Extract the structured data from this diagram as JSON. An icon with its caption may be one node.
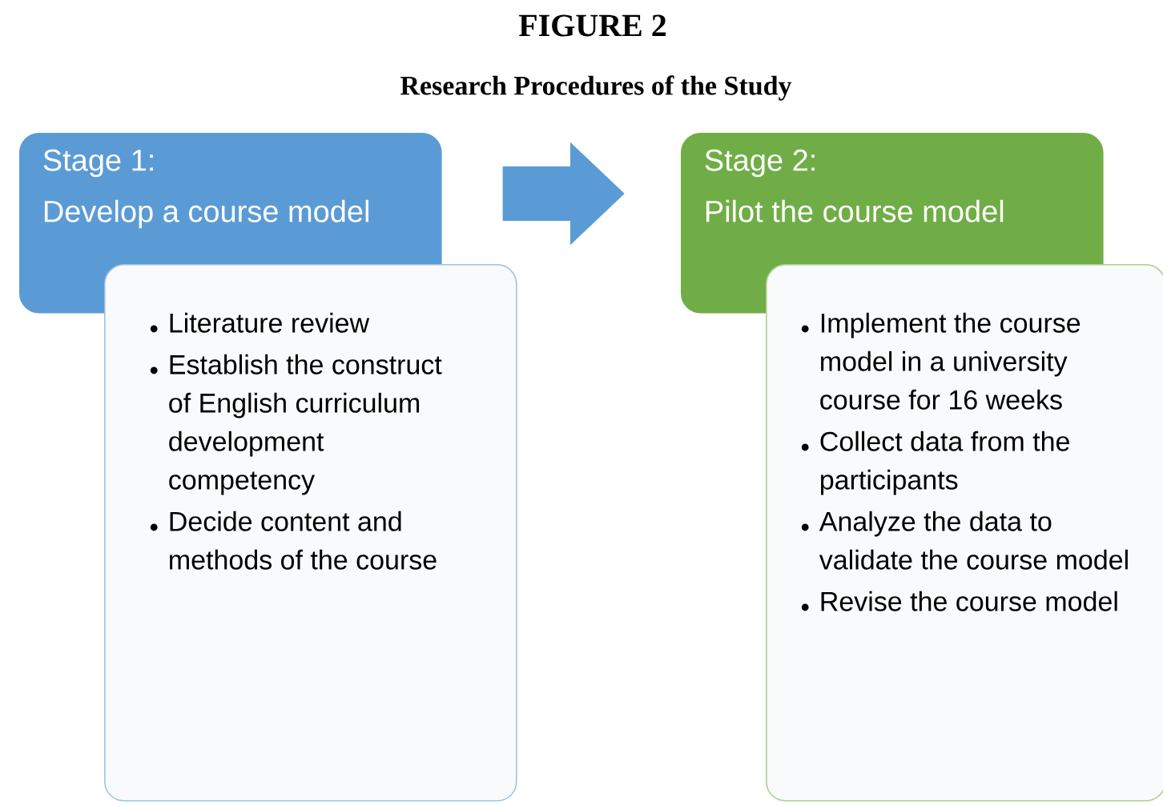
{
  "diagram": {
    "title": "FIGURE 2",
    "nodes": [
      {
        "text": [
          "Stage 1:",
          "Develop a course model"
        ]
      },
      {
        "text": [
          "Literature review",
          "Establish the construct of English curriculum development competency",
          "Decide content and methods of the course"
        ]
      },
      {
        "text": [
          "Stage 2:",
          "Pilot the course model"
        ]
      },
      {
        "text": [
          "Implement the course model in a university course for 16 weeks",
          "Collect data from the participants",
          "Analyze the data to validate the course model",
          "Revise the course model"
        ]
      }
    ],
    "edges": [
      {
        "from": 0,
        "to": 2,
        "arrow": "to"
      }
    ],
    "labels": [
      "Research Procedures of the Study"
    ]
  }
}
